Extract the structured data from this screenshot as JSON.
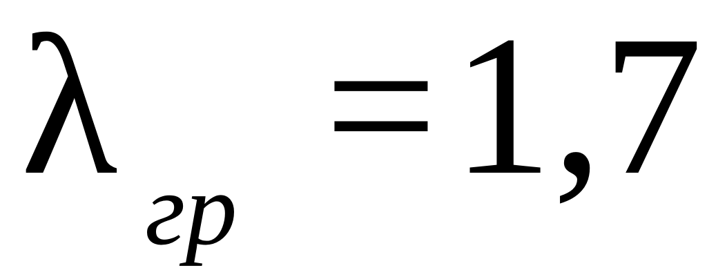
{
  "formula": {
    "symbol": "λ",
    "subscript": "гр",
    "operator": "=",
    "value": "1,7"
  }
}
